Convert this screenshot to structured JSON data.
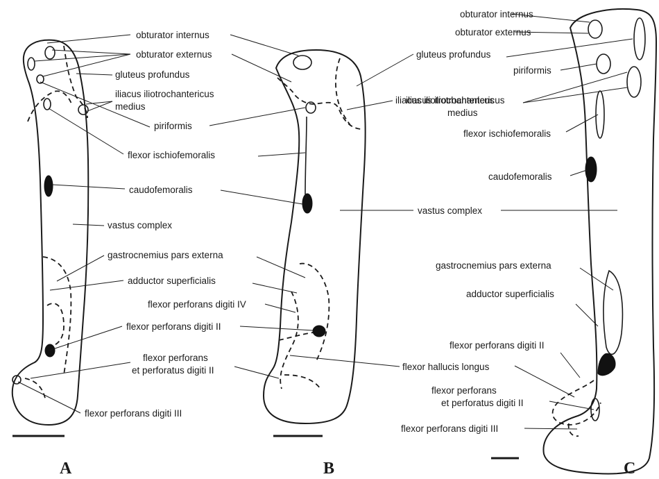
{
  "labels": {
    "obturator_internus": "obturator internus",
    "obturator_externus": "obturator externus",
    "gluteus_profundus": "gluteus profundus",
    "iliacus_1": "iliacus iliotrochantericus",
    "iliacus_2": "medius",
    "piriformis": "piriformis",
    "flexor_ischiofemoralis": "flexor ischiofemoralis",
    "caudofemoralis": "caudofemoralis",
    "vastus_complex": "vastus complex",
    "gastrocnemius": "gastrocnemius pars externa",
    "adductor": "adductor superficialis",
    "fp_digiti_iv": "flexor perforans digiti IV",
    "fp_digiti_ii": "flexor perforans digiti II",
    "fpp_1": "flexor perforans",
    "fpp_2": "et perforatus digiti II",
    "fp_digiti_iii": "flexor perforans digiti III",
    "flexor_hallucis": "flexor hallucis longus"
  },
  "panels": {
    "a": "A",
    "b": "B",
    "c": "C"
  }
}
